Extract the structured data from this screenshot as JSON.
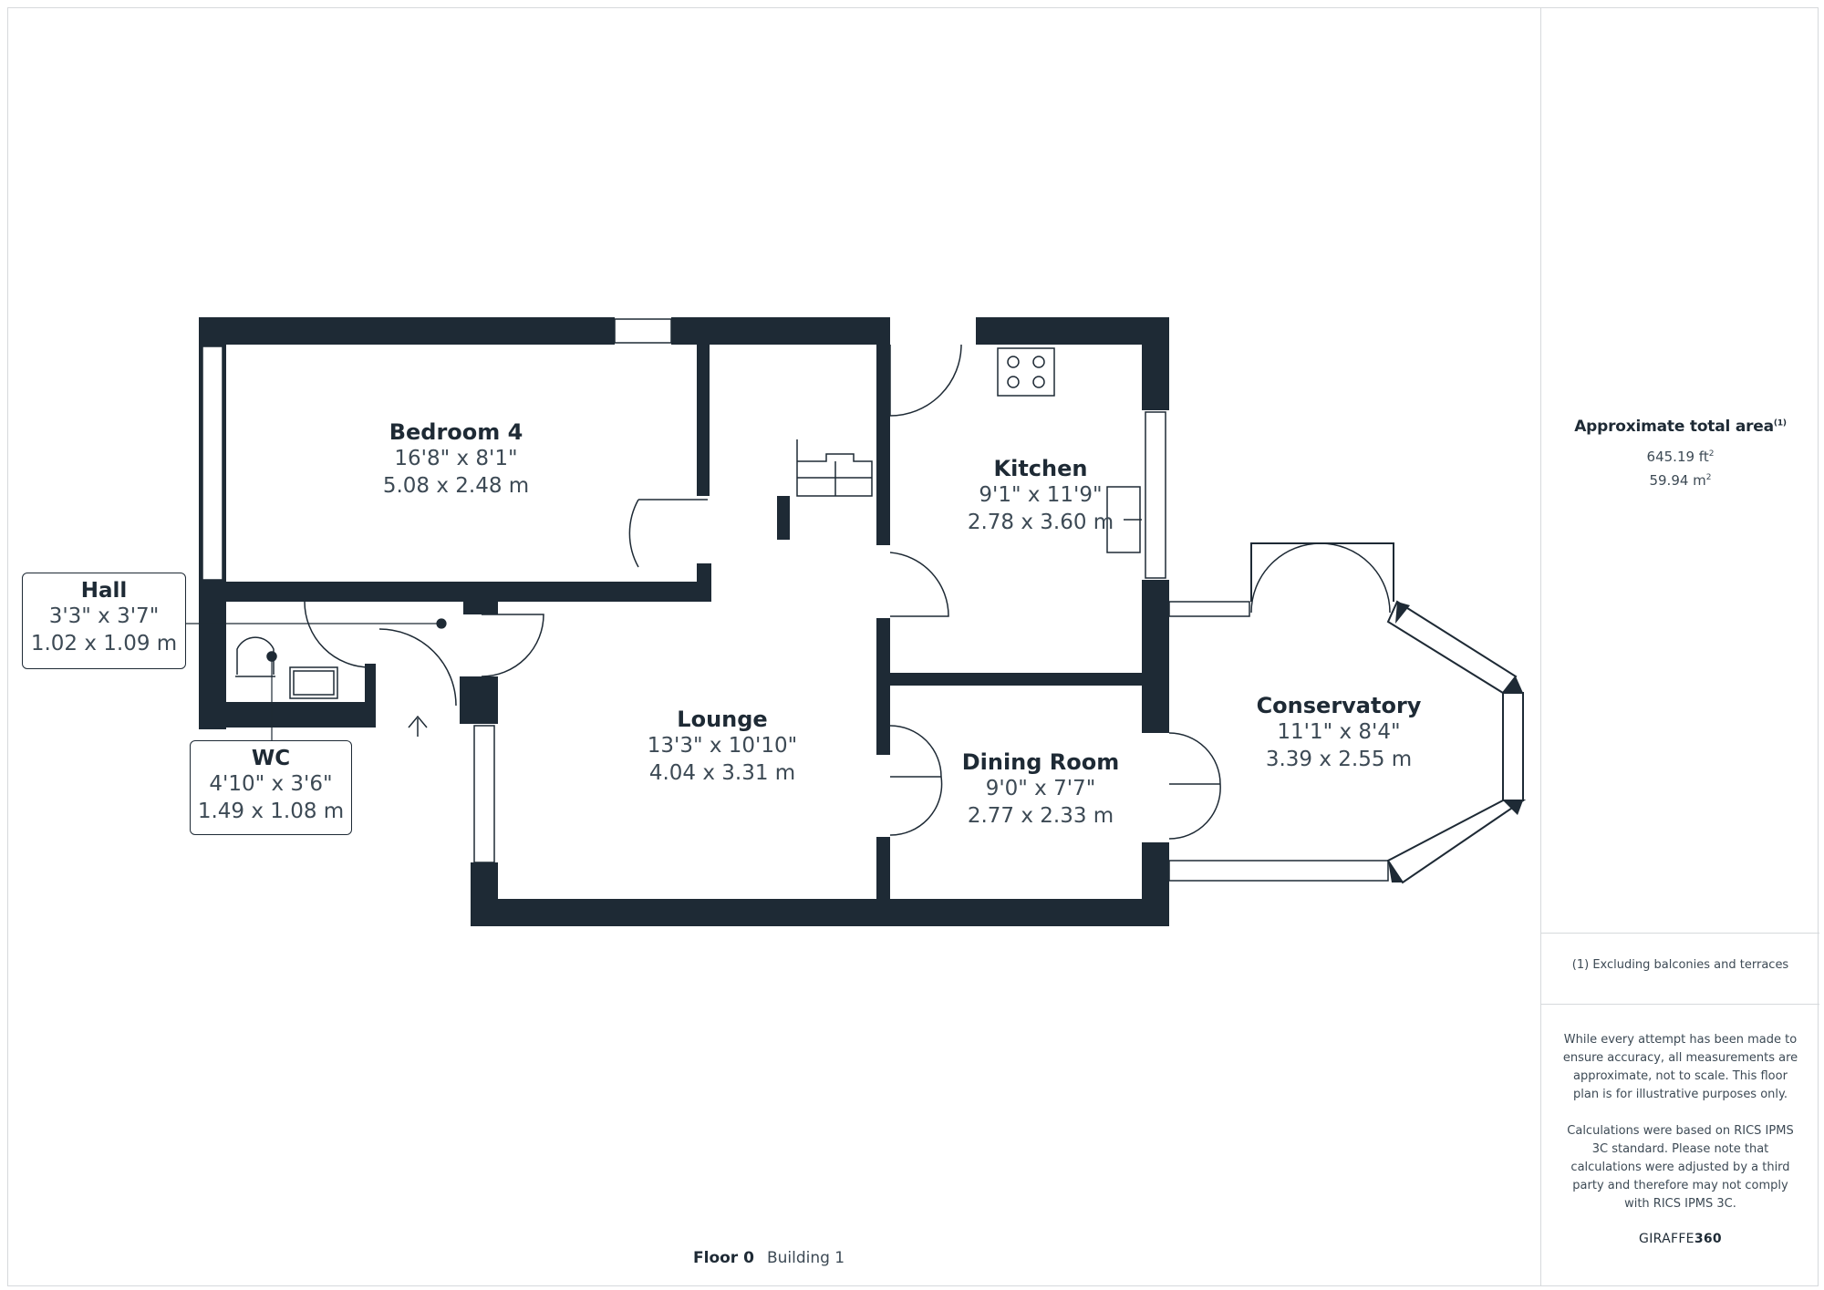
{
  "floor": {
    "name": "Floor 0",
    "building": "Building 1"
  },
  "rooms": [
    {
      "id": "bedroom-4",
      "name": "Bedroom 4",
      "imperial": "16'8\" x 8'1\"",
      "metric": "5.08 x 2.48 m"
    },
    {
      "id": "kitchen",
      "name": "Kitchen",
      "imperial": "9'1\" x 11'9\"",
      "metric": "2.78 x 3.60 m"
    },
    {
      "id": "lounge",
      "name": "Lounge",
      "imperial": "13'3\" x 10'10\"",
      "metric": "4.04 x 3.31 m"
    },
    {
      "id": "dining-room",
      "name": "Dining Room",
      "imperial": "9'0\" x 7'7\"",
      "metric": "2.77 x 2.33 m"
    },
    {
      "id": "conservatory",
      "name": "Conservatory",
      "imperial": "11'1\" x 8'4\"",
      "metric": "3.39 x 2.55 m"
    },
    {
      "id": "hall",
      "name": "Hall",
      "imperial": "3'3\" x 3'7\"",
      "metric": "1.02 x 1.09 m"
    },
    {
      "id": "wc",
      "name": "WC",
      "imperial": "4'10\" x 3'6\"",
      "metric": "1.49 x 1.08 m"
    }
  ],
  "area": {
    "heading": "Approximate total area",
    "footnote_marker": "(1)",
    "imperial_value": "645.19 ft",
    "imperial_unit_sup": "2",
    "metric_value": "59.94 m",
    "metric_unit_sup": "2"
  },
  "footnote": "(1) Excluding balconies and terraces",
  "disclaimer": [
    "While every attempt has been made to ensure accuracy, all measurements are approximate, not to scale. This floor plan is for illustrative purposes only.",
    "Calculations were based on RICS IPMS 3C standard. Please note that calculations were adjusted by a third party and therefore may not comply with RICS IPMS 3C."
  ],
  "brand": {
    "prefix": "GIRAFFE",
    "suffix": "360"
  },
  "colors": {
    "wall": "#1e2a35",
    "text": "#1e2a35",
    "muted": "#3d4a55",
    "border": "#d6d9dc"
  },
  "icons": [
    "north-arrow-icon",
    "hob-icon",
    "sink-icon",
    "toilet-icon",
    "basin-icon",
    "stairs-icon"
  ]
}
